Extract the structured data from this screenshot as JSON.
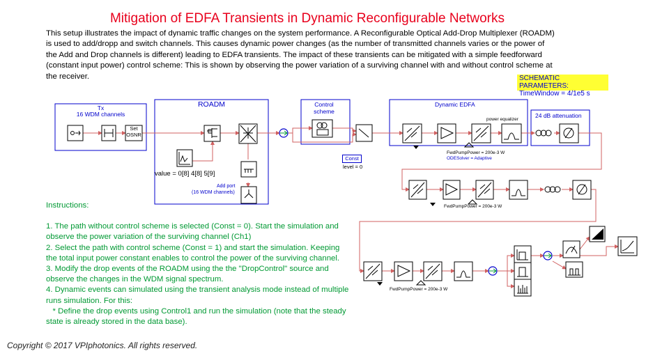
{
  "title": "Mitigation of EDFA Transients in Dynamic Reconfigurable Networks",
  "description": "This setup illustrates the impact of dynamic traffic changes on the system performance. A Reconfigurable Optical Add-Drop Multiplexer (ROADM) is used to add/dropp and switch channels. This causes dynamic power changes (as the number of transmitted channels varies or the power of the Add and Drop channels is different) leading to EDFA transients. The impact of these transients can be mitigated with a simple feedforward (constant input power) control scheme: This is shown by observing the power variation of a surviving channel with and without control scheme at the receiver.",
  "schematic_params": {
    "heading": "SCHEMATIC PARAMETERS:",
    "time_window": "TimeWindow = 4/1e5 s"
  },
  "blocks": {
    "tx_title": "Tx",
    "tx_subtitle": "16 WDM channels",
    "set_osnr": "Set\nOSNR",
    "roadm_title": "ROADM",
    "roadm_value": "value = 0[8] 4[8] 5[9]",
    "add_port": "Add port",
    "add_port_sub": "(16 WDM channels)",
    "control_scheme": "Control\nscheme",
    "const_label": "Const",
    "const_level": "level = 0",
    "dynamic_edfa": "Dynamic  EDFA",
    "power_equalizer": "power equalizer",
    "pump_power": "FwdPumpPower = 200e-3 W",
    "ode_solver": "ODESolver = Adaptive",
    "attenuation": "24 dB attenuation"
  },
  "instructions": {
    "heading": "Instructions:",
    "steps": [
      "1.  The path without control scheme is selected (Const = 0). Start the simulation and observe the power variation of the surviving channel (Ch1)",
      "2.  Select the path with control scheme  (Const = 1) and start the simulation. Keeping the total input power constant enables to control the power of the surviving channel.",
      "3.  Modify the drop events of the ROADM using the  the \"DropControl\" source and observe the changes in the WDM signal spectrum.",
      "4. Dynamic events can simulated using the transient analysis mode instead of multiple runs simulation. For this:",
      "   * Define the drop events using Control1 and run the simulation (note that the steady state is already stored in the data base)."
    ]
  },
  "copyright": "Copyright © 2017 VPIphotonics. All rights reserved.",
  "colors": {
    "title": "#e8001c",
    "frame": "#0000cc",
    "instructions": "#009933",
    "wire": "#d06060",
    "highlight": "#ffff33"
  }
}
